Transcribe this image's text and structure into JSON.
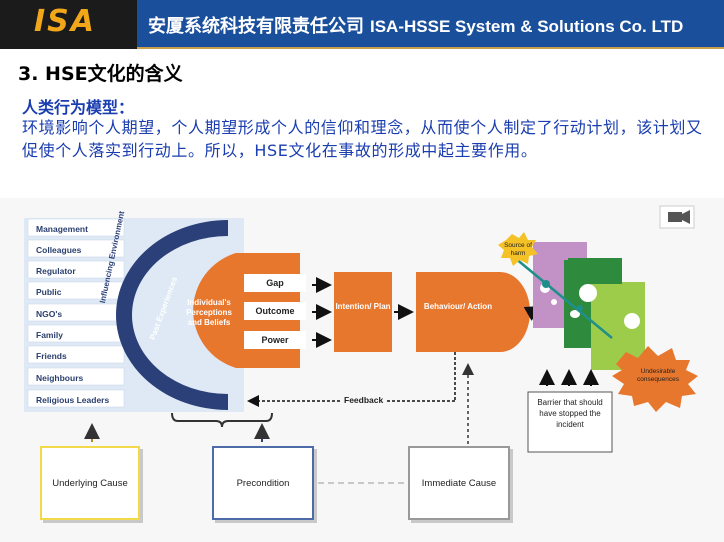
{
  "header": {
    "logo": "ISA",
    "title_cn": "安厦系统科技有限责任公司",
    "title_en": "ISA-HSSE System & Solutions Co. LTD"
  },
  "slide": {
    "section_title": "3. HSE文化的含义",
    "model_label": "人类行为模型：",
    "description": "环境影响个人期望，个人期望形成个人的信仰和理念，从而使个人制定了行动计划，该计划又促使个人落实到行动上。所以，HSE文化在事故的形成中起主要作用。"
  },
  "diagram": {
    "environment_items": [
      "Management",
      "Colleagues",
      "Regulator",
      "Public",
      "NGO's",
      "Family",
      "Friends",
      "Neighbours",
      "Religious Leaders"
    ],
    "influencing_label": "Influencing Environment",
    "past_label": "Past Experiences",
    "perceptions": "Individual's Perceptions and Beliefs",
    "factors": [
      "Gap",
      "Outcome",
      "Power"
    ],
    "intention": "Intention/ Plan",
    "behaviour": "Behaviour/ Action",
    "feedback": "Feedback",
    "source_of_harm": "Source of harm",
    "undesirable": "Undesirable consequences",
    "barrier": "Barrier that should have stopped the incident",
    "causes": [
      "Underlying Cause",
      "Precondition",
      "Immediate Cause"
    ],
    "colors": {
      "orange": "#e8772e",
      "navy": "#2b3f78",
      "light_blue": "#dfe9f5",
      "yellow": "#f2d94a",
      "purple": "#c291c6",
      "green": "#2e8b3d",
      "light_green": "#9ccc4a"
    }
  }
}
